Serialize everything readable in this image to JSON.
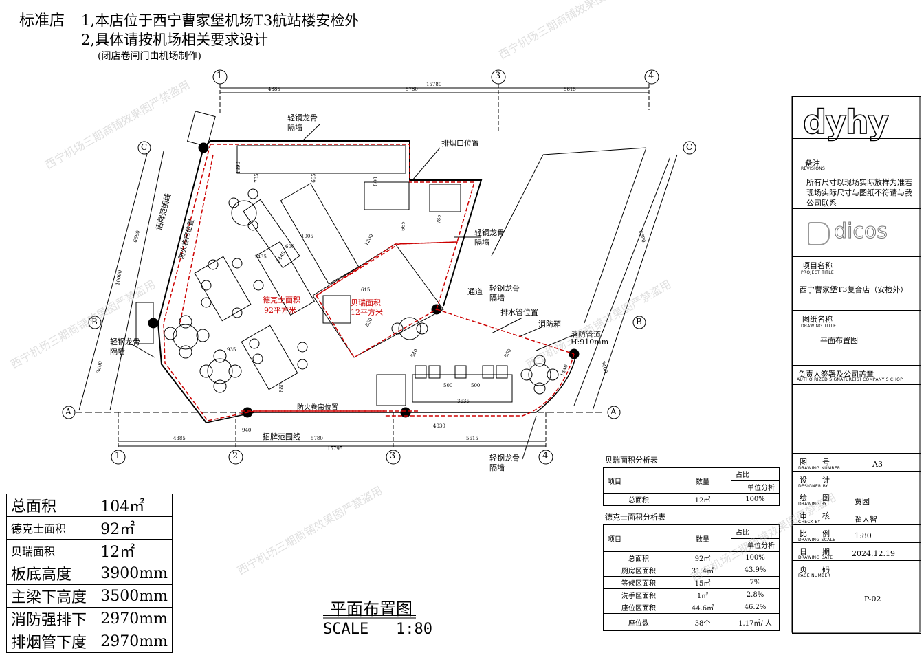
{
  "header": {
    "store_type": "标准店",
    "note1": "1,本店位于西宁曹家堡机场T3航站楼安检外",
    "note2": "2,具体请按机场相关要求设计",
    "note3": "(闭店卷闸门由机场制作)"
  },
  "grid": {
    "top_labels": [
      "1",
      "2",
      "3",
      "4"
    ],
    "side_labels": [
      "A",
      "B",
      "C"
    ],
    "dims_top": [
      "4385",
      "5780",
      "5615",
      "15780"
    ],
    "dims_bottom": [
      "4385",
      "5780",
      "5615",
      "15795"
    ],
    "dims_left": [
      "6680",
      "10090",
      "3400"
    ],
    "dims_right": [
      "6680",
      "3400"
    ],
    "dims_inner": [
      "940",
      "4830",
      "3635",
      "500",
      "500",
      "1990",
      "735",
      "665",
      "600",
      "1005",
      "1435",
      "2445",
      "1200",
      "800",
      "665",
      "785",
      "615",
      "830",
      "935",
      "880",
      "840",
      "850",
      "1440"
    ]
  },
  "plan_labels": {
    "steel_wall": "轻钢龙骨隔墙",
    "smoke_outlet": "排烟口位置",
    "channel": "通道",
    "drain": "排水管位置",
    "hydrant": "消防箱",
    "fire_pipe": "消防管道",
    "fire_pipe_h": "H:910mm",
    "fire_door": "防火卷帘位置",
    "signage": "招牌范围线",
    "dicos_area": "德克士面积",
    "dicos_area_val": "92平方米",
    "bread_area": "贝瑞面积",
    "bread_area_val": "12平方米"
  },
  "area_table": [
    {
      "label": "总面积",
      "value": "104㎡"
    },
    {
      "label": "德克士面积",
      "value": "92㎡"
    },
    {
      "label": "贝瑞面积",
      "value": "12㎡"
    },
    {
      "label": "板底高度",
      "value": "3900mm"
    },
    {
      "label": "主梁下高度",
      "value": "3500mm"
    },
    {
      "label": "消防强排下",
      "value": "2970mm"
    },
    {
      "label": "排烟管下度",
      "value": "2970mm"
    }
  ],
  "title_block": {
    "title": "平面布置图",
    "scale": "SCALE   1:80"
  },
  "bread_table": {
    "title": "贝瑞面积分析表",
    "headers": [
      "项目",
      "数量",
      "占比",
      "单位分析"
    ],
    "rows": [
      [
        "总面积",
        "12㎡",
        "100%"
      ]
    ]
  },
  "dicos_table": {
    "title": "德克士面积分析表",
    "headers": [
      "项目",
      "数量",
      "占比",
      "单位分析"
    ],
    "rows": [
      [
        "总面积",
        "92㎡",
        "100%"
      ],
      [
        "厨房区面积",
        "31.4㎡",
        "43.9%"
      ],
      [
        "等候区面积",
        "15㎡",
        "7%"
      ],
      [
        "洗手区面积",
        "1㎡",
        "2.8%"
      ],
      [
        "座位区面积",
        "44.6㎡",
        "46.2%"
      ],
      [
        "座位数",
        "38个",
        "1.17㎡/ 人"
      ]
    ]
  },
  "sidebar": {
    "logo": "dyhy",
    "revisions_cn": "备注",
    "revisions_en": "REVISIONS",
    "revision_note": "所有尺寸以现场实际放样为准若现场实际尺寸与图纸不符请与我公司联系",
    "brand": "dicos",
    "project_title_cn": "项目名称",
    "project_title_en": "PROJECT TITLE",
    "project_name": "西宁曹家堡T3复合店（安检外）",
    "drawing_title_cn": "图纸名称",
    "drawing_title_en": "DRAWING TITLE",
    "drawing_name": "平面布置图",
    "signature_cn": "负责人签署及公司盖章",
    "signature_en": "AUTHO RIZED SIGNATURE(S) COMPANY'S CHOP",
    "rows": [
      {
        "cn": "图　　号",
        "en": "DRAWING NUMBER",
        "value": "A3"
      },
      {
        "cn": "设　　计",
        "en": "DESIGNER  BY",
        "value": ""
      },
      {
        "cn": "绘　　图",
        "en": "DRAWING  BY",
        "value": "贾园"
      },
      {
        "cn": "审　　核",
        "en": "CHECK  BY",
        "value": "翟大智"
      },
      {
        "cn": "比　　例",
        "en": "DRAWING SCALE",
        "value": "1:80"
      },
      {
        "cn": "日　　期",
        "en": "DRAWING DATE",
        "value": "2024.12.19"
      },
      {
        "cn": "页　　码",
        "en": "PAGE NUMBER",
        "value": "P-02"
      }
    ]
  },
  "watermark": "西宁机场三期商铺效果图严禁盗用",
  "colors": {
    "accent": "#cc0000",
    "line": "#000000"
  }
}
